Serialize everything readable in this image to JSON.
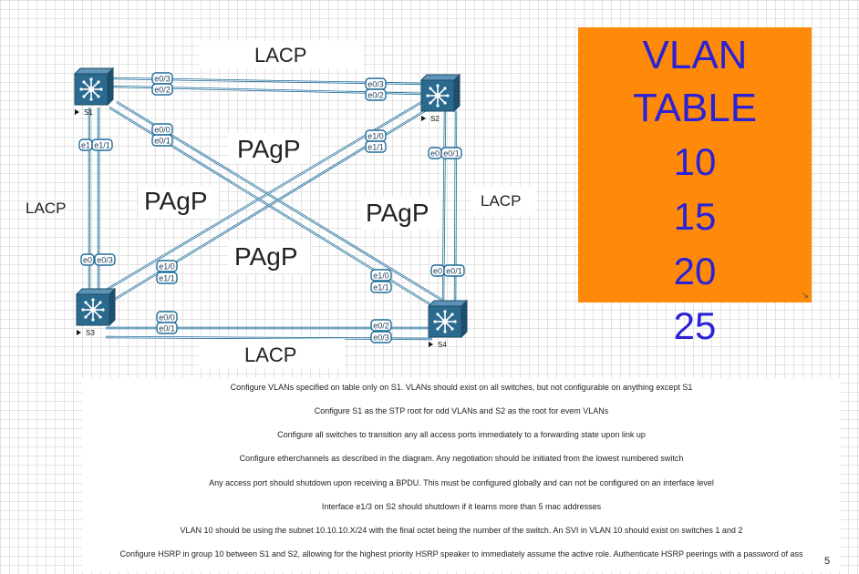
{
  "switches": [
    {
      "id": "s1",
      "label": "S1"
    },
    {
      "id": "s2",
      "label": "S2"
    },
    {
      "id": "s3",
      "label": "S3"
    },
    {
      "id": "s4",
      "label": "S4"
    }
  ],
  "ports": {
    "s1_s2_a": "e0/3",
    "s1_s2_b": "e0/2",
    "s2_s1_a": "e0/3",
    "s2_s1_b": "e0/2",
    "s1_s4_a": "e0/0",
    "s1_s4_b": "e0/1",
    "s2_s3_a": "e1/0",
    "s2_s3_b": "e1/1",
    "s1_s3_a": "e1",
    "s1_s3_b": "e1/1",
    "s3_s1_a": "e0",
    "s3_s1_b": "e0/3",
    "s2_s4_a": "e0",
    "s2_s4_b": "e0/1",
    "s4_s2_a": "e0",
    "s4_s2_b": "e0/1",
    "s3_s2_a": "e1/0",
    "s3_s2_b": "e1/1",
    "s4_s1_a": "e1/0",
    "s4_s1_b": "e1/1",
    "s3_s4_a": "e0/0",
    "s3_s4_b": "e0/1",
    "s4_s3_a": "e0/2",
    "s4_s3_b": "e0/3"
  },
  "link_labels": {
    "top": "LACP",
    "left": "LACP",
    "right": "LACP",
    "bottom": "LACP",
    "center_top": "PAgP",
    "center_left": "PAgP",
    "center_right": "PAgP",
    "center_bottom": "PAgP"
  },
  "vlan_table": {
    "title": "VLAN TABLE",
    "rows": [
      "10",
      "15",
      "20",
      "25"
    ]
  },
  "notes": [
    "Configure VLANs specified on table only on S1. VLANs should exist on all switches, but not configurable on anything except S1",
    "Configure S1 as the STP root for odd VLANs and S2 as the root for evem VLANs",
    "Configure all switches to transition any all access ports immediately to a forwarding state upon link up",
    "Configure etherchannels as described in the diagram. Any negotiation should be initiated from the lowest numbered switch",
    "Any access port should shutdown upon receiving a BPDU. This must be configured globally and can not be configured on an interface level",
    "Interface e1/3 on S2 should shutdown if it learns more than 5 mac addresses",
    "VLAN 10 should be using the subnet 10.10.10.X/24 with the final octet being the number of the switch. An SVI in VLAN 10 should exist on switches 1 and 2",
    "Configure HSRP in group 10 between S1 and S2, allowing for the highest priority HSRP speaker to immediately assume the active role. Authenticate HSRP peerings with a password of ass"
  ],
  "page_number": "5",
  "colors": {
    "link": "#1f6d9a",
    "switch_face": "#2b6a8f",
    "table_bg": "#ff8a0a",
    "table_text": "#2a22d6"
  }
}
